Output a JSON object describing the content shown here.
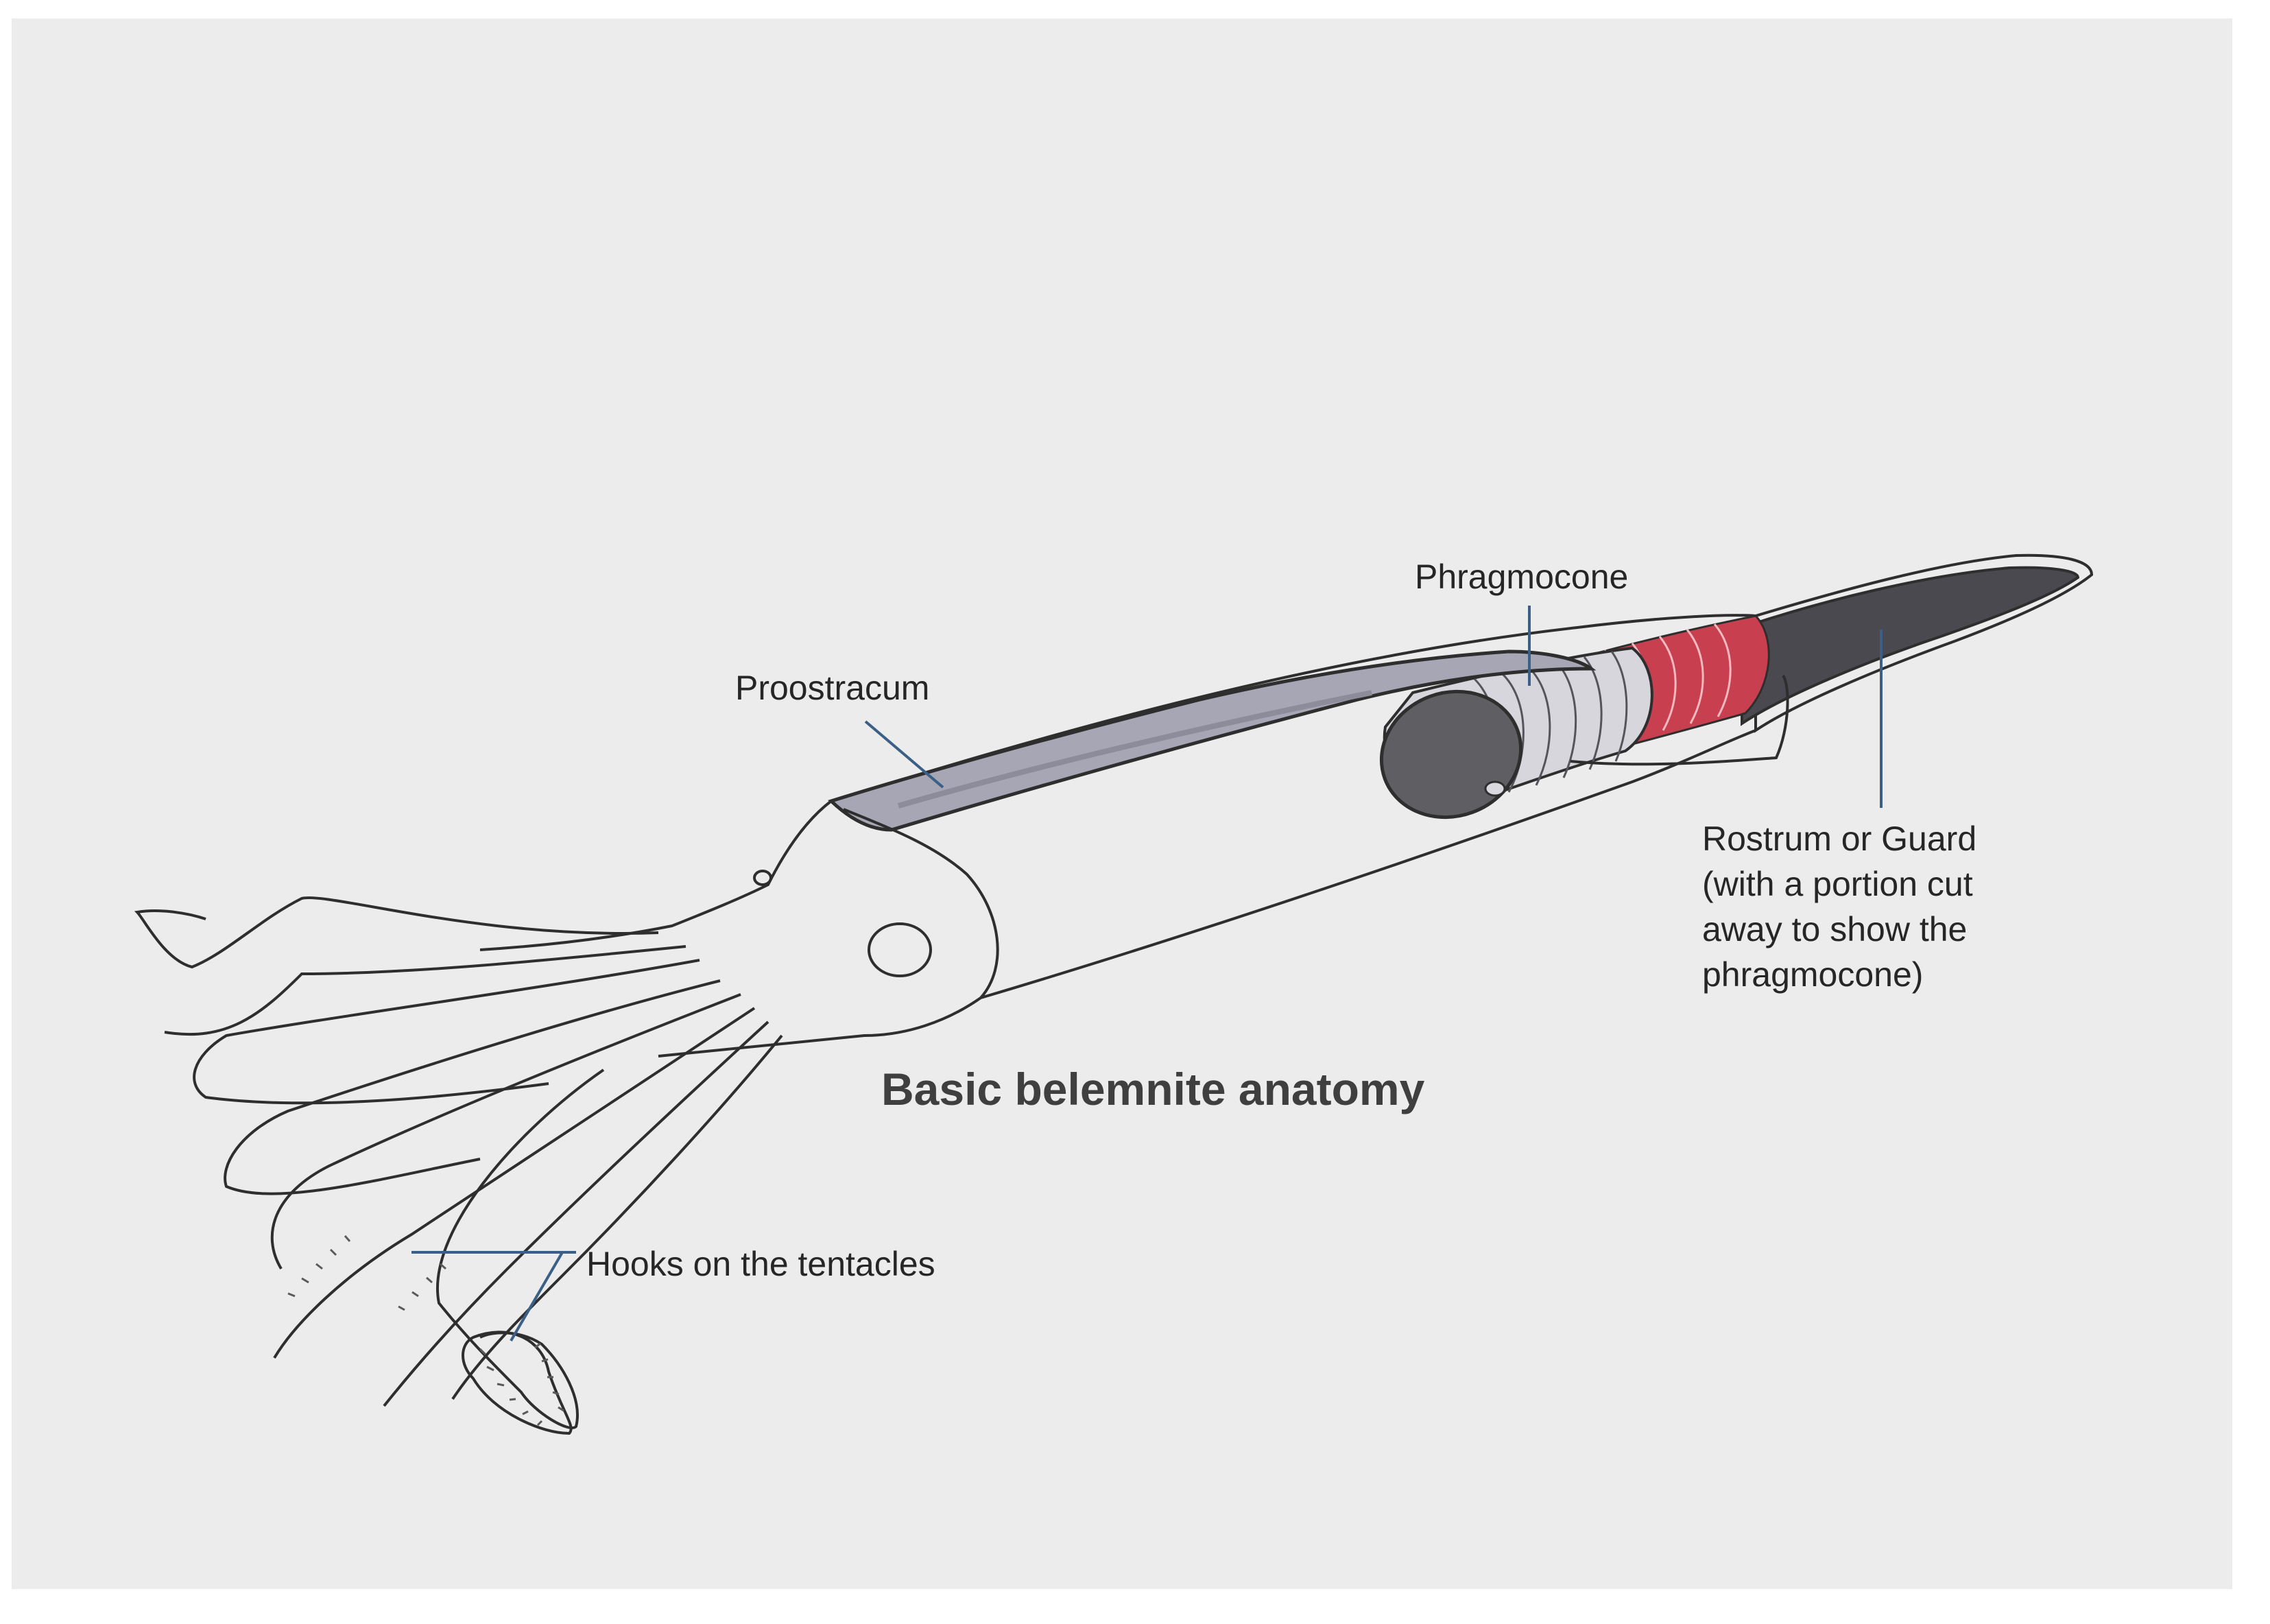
{
  "caption": "Basic belemnite anatomy",
  "labels": {
    "phragmocone": "Phragmocone",
    "proostracum": "Proostracum",
    "rostrum": [
      "Rostrum or Guard",
      "(with a portion cut",
      "away to show the",
      "phragmocone)"
    ],
    "hooks": "Hooks on the tentacles"
  },
  "colors": {
    "paper": "#ececec",
    "outline": "#2e2e2e",
    "proostracum_fill": "#a7a6b5",
    "phragmocone_fill": "#5f5e63",
    "rostrum_fill": "#4a494f",
    "septa_red": "#c8404f",
    "leader_line": "#3b5f86"
  }
}
